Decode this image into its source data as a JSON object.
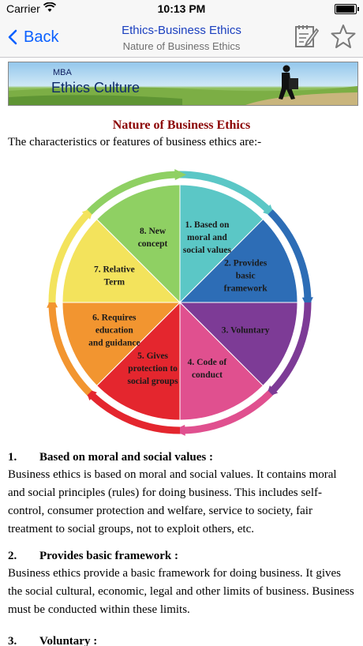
{
  "status": {
    "carrier": "Carrier",
    "time": "10:13 PM"
  },
  "nav": {
    "back_label": "Back",
    "title": "Ethics-Business Ethics",
    "subtitle": "Nature of Business Ethics"
  },
  "banner": {
    "small": "MBA",
    "title": "Ethics Culture"
  },
  "page": {
    "title": "Nature of Business Ethics",
    "intro": "The characteristics or features of business ethics are:-"
  },
  "diagram": {
    "segments": [
      {
        "lines": [
          "1. Based on",
          "moral and",
          "social values"
        ],
        "color": "#5bc7c6"
      },
      {
        "lines": [
          "2. Provides",
          "basic",
          "framework"
        ],
        "color": "#2d6db6"
      },
      {
        "lines": [
          "3. Voluntary"
        ],
        "color": "#7d3b96"
      },
      {
        "lines": [
          "4. Code of",
          "conduct"
        ],
        "color": "#e0508f"
      },
      {
        "lines": [
          "5. Gives",
          "protection to",
          "social groups"
        ],
        "color": "#e4262e"
      },
      {
        "lines": [
          "6. Requires",
          "education",
          "and guidance"
        ],
        "color": "#f29530"
      },
      {
        "lines": [
          "7. Relative",
          "Term"
        ],
        "color": "#f3e35c"
      },
      {
        "lines": [
          "8. New",
          "concept"
        ],
        "color": "#8fd063"
      }
    ]
  },
  "sections": [
    {
      "number": "1.",
      "title": "Based on moral and social values :",
      "body": "Business ethics is based on moral and social values. It contains moral and social principles (rules) for doing business. This includes self-control, consumer protection and welfare, service to society, fair treatment to social groups, not to exploit others, etc."
    },
    {
      "number": "2.",
      "title": "Provides basic framework :",
      "body": "Business ethics provide a basic framework for doing business. It gives the social cultural, economic, legal and other limits of business. Business must be conducted within these limits."
    },
    {
      "number": "3.",
      "title": "Voluntary :",
      "body": ""
    }
  ]
}
